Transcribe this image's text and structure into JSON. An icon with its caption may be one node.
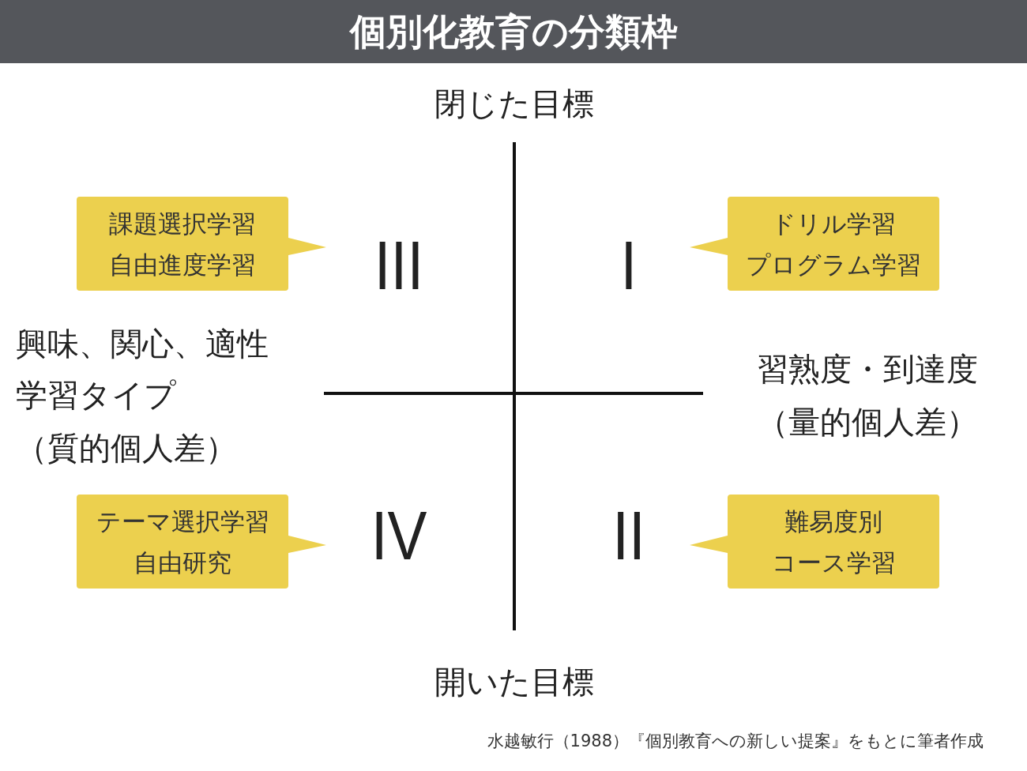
{
  "diagram": {
    "title": "個別化教育の分類枠",
    "caption": "水越敏行（1988）『個別教育への新しい提案』をもとに筆者作成",
    "nodes": [
      {
        "text": [
          "課題選択学習",
          "自由進度学習"
        ]
      },
      {
        "text": [
          "ドリル学習",
          "プログラム学習"
        ]
      },
      {
        "text": [
          "テーマ選択学習",
          "自由研究"
        ]
      },
      {
        "text": [
          "難易度別",
          "コース学習"
        ]
      }
    ],
    "edges": [],
    "labels": [
      "閉じた目標",
      "III",
      "I",
      "興味、関心、適性",
      "学習タイプ",
      "（質的個人差）",
      "習熟度・到達度",
      "（量的個人差）",
      "IV",
      "II",
      "開いた目標"
    ]
  }
}
